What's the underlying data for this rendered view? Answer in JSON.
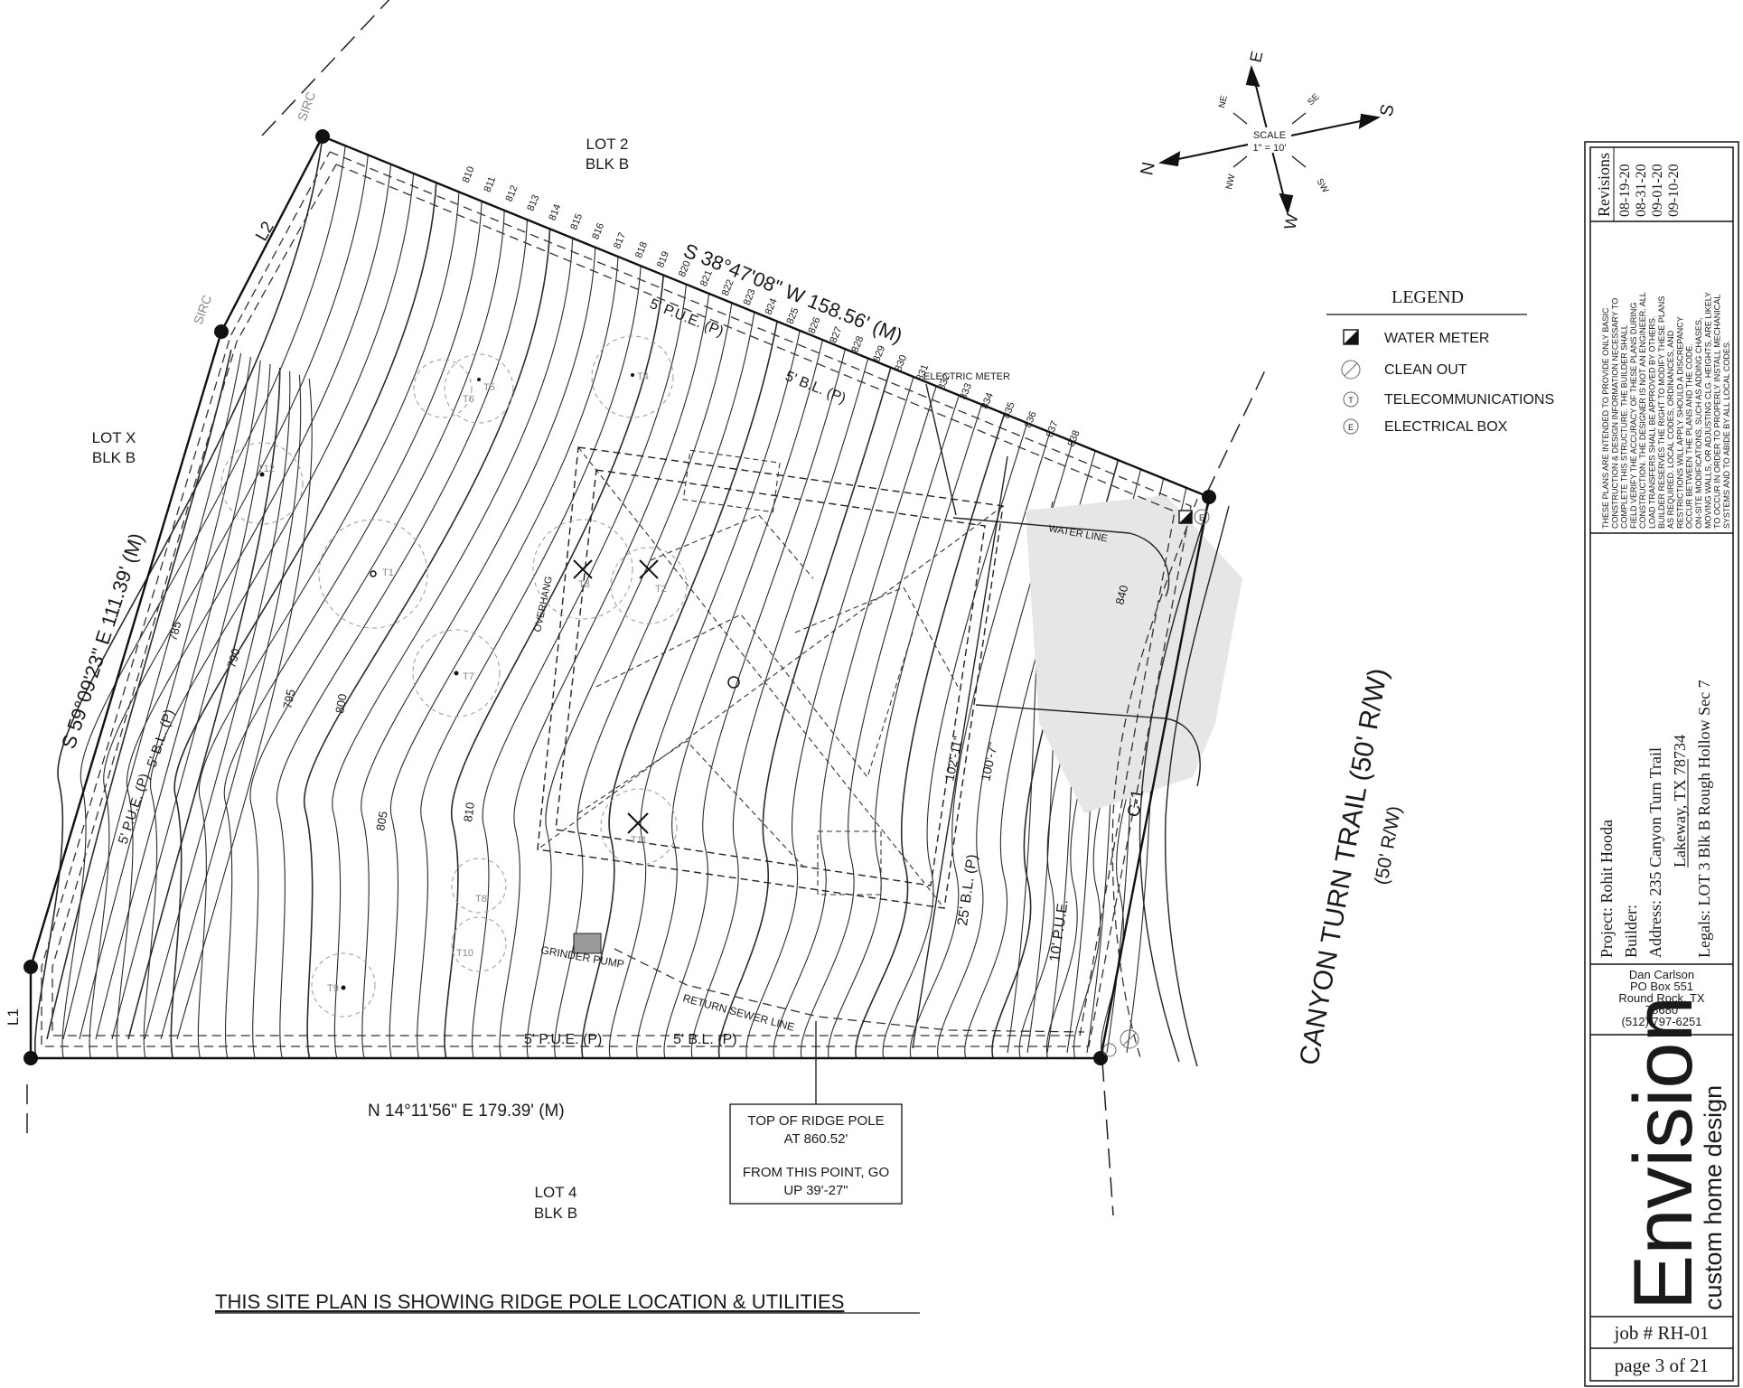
{
  "lots": {
    "lot2_line1": "LOT 2",
    "lot2_line2": "BLK B",
    "lotx_line1": "LOT X",
    "lotx_line2": "BLK B",
    "lot4_line1": "LOT 4",
    "lot4_line2": "BLK B"
  },
  "boundaries": {
    "north": "S 38°47'08\" W 158.56' (M)",
    "west": "S 59°09'23\" E 111.39' (M)",
    "south": "N 14°11'56\" E 179.39' (M)",
    "l1": "L1",
    "l2": "L2",
    "c1": "C-1",
    "sirc_top": "SIRC",
    "sirc_left": "SIRC"
  },
  "easements": {
    "pue_north": "5' P.U.E. (P)",
    "bl_north": "5' B.L. (P)",
    "pue_west": "5' P.U.E. (P)",
    "bl_west": "5' B.L. (P)",
    "pue_south": "5' P.U.E. (P)",
    "bl_south": "5' B.L. (P)",
    "bl_east": "25' B.L. (P)",
    "pue_east": "10' P.U.E."
  },
  "labels": {
    "electric_meter": "ELECTRIC METER",
    "water_line": "WATER LINE",
    "overhang": "OVERHANG",
    "grinder_pump": "GRINDER PUMP",
    "return_sewer": "RETURN SEWER LINE",
    "dim1": "102'-11\"",
    "dim2": "100'-7\""
  },
  "street": {
    "name": "CANYON TURN TRAIL (50' R/W)",
    "row": "(50' R/W)"
  },
  "contours": {
    "north_edge": [
      "810",
      "811",
      "812",
      "813",
      "814",
      "815",
      "816",
      "817",
      "818",
      "819",
      "820",
      "821",
      "822",
      "823",
      "824",
      "825",
      "826",
      "827",
      "828",
      "829",
      "830",
      "831",
      "832",
      "833",
      "834",
      "835",
      "836",
      "837",
      "838"
    ],
    "interior": [
      "785",
      "790",
      "795",
      "800",
      "805",
      "810",
      "840"
    ]
  },
  "trees": [
    "T1",
    "T2",
    "T3",
    "T4",
    "T5",
    "T6",
    "T7",
    "T8",
    "T9",
    "T10",
    "T11",
    "T12"
  ],
  "ridge_note": {
    "line1": "TOP OF RIDGE POLE",
    "line2": "AT 860.52'",
    "line3": "FROM THIS POINT, GO",
    "line4": "UP 39'-27\""
  },
  "footer_note": "THIS SITE PLAN IS SHOWING RIDGE POLE LOCATION & UTILITIES",
  "compass": {
    "n": "N",
    "s": "S",
    "e": "E",
    "w": "W",
    "ne": "NE",
    "se": "SE",
    "nw": "NW",
    "sw": "SW",
    "scale_label": "SCALE",
    "scale_value": "1\" = 10'"
  },
  "legend": {
    "title": "LEGEND",
    "items": [
      "WATER METER",
      "CLEAN OUT",
      "TELECOMMUNICATIONS",
      "ELECTRICAL BOX"
    ]
  },
  "title_block": {
    "revisions_title": "Revisions",
    "revisions": [
      "08-19-20",
      "08-31-20",
      "09-01-20",
      "09-10-20"
    ],
    "disclaimer": [
      "THESE PLANS ARE INTENDED TO PROVIDE ONLY BASIC",
      "CONSTRUCTION & DESIGN INFORMATION NECESSARY TO",
      "COMPLETE THIS STRUCTURE.  THE BUILDER SHALL",
      "FIELD VERIFY THE ACCURACY OF THESE PLANS DURING",
      "CONSTRUCTION.  THE DESIGNER IS NOT AN ENGINEER.  ALL",
      "LOAD TRANSFERS SHALL BE APPROVED BY OTHERS.",
      "BUILDER RESERVES THE RIGHT TO MODIFY THESE PLANS",
      "AS REQUIRED.  LOCAL CODES, ORDINANCES, AND",
      "RESTRICTIONS WILL APPLY SHOULD A DISCREPANCY",
      "OCCUR BETWEEN THE PLANS AND THE CODE.",
      "ON-SITE MODIFICATIONS, SUCH AS ADDING CHASES,",
      "MOVING WALLS, OR ADJUSTING CLG. HEIGHTS, ARE LIKELY",
      "TO OCCUR IN ORDER TO PROPERLY INSTALL MECHANICAL",
      "SYSTEMS AND TO ABIDE BY ALL LOCAL CODES."
    ],
    "project": "Project: Rohit Hooda",
    "builder": "Builder:",
    "address1": "Address:  235 Canyon Turn Trail",
    "address2": "Lakeway, TX 78734",
    "legals": "Legals:   LOT 3 Blk B Rough Hollow Sec 7",
    "designer": [
      "Dan Carlson",
      "PO Box 551",
      "Round Rock, TX",
      "78680",
      "(512) 797-6251"
    ],
    "brand": "Envision",
    "brand_sub": "custom home design",
    "job": "job # RH-01",
    "page": "page 3 of 21"
  },
  "colors": {
    "ink": "#1a1a1a",
    "gray": "#888888",
    "stipple": "#d9d9d9"
  }
}
